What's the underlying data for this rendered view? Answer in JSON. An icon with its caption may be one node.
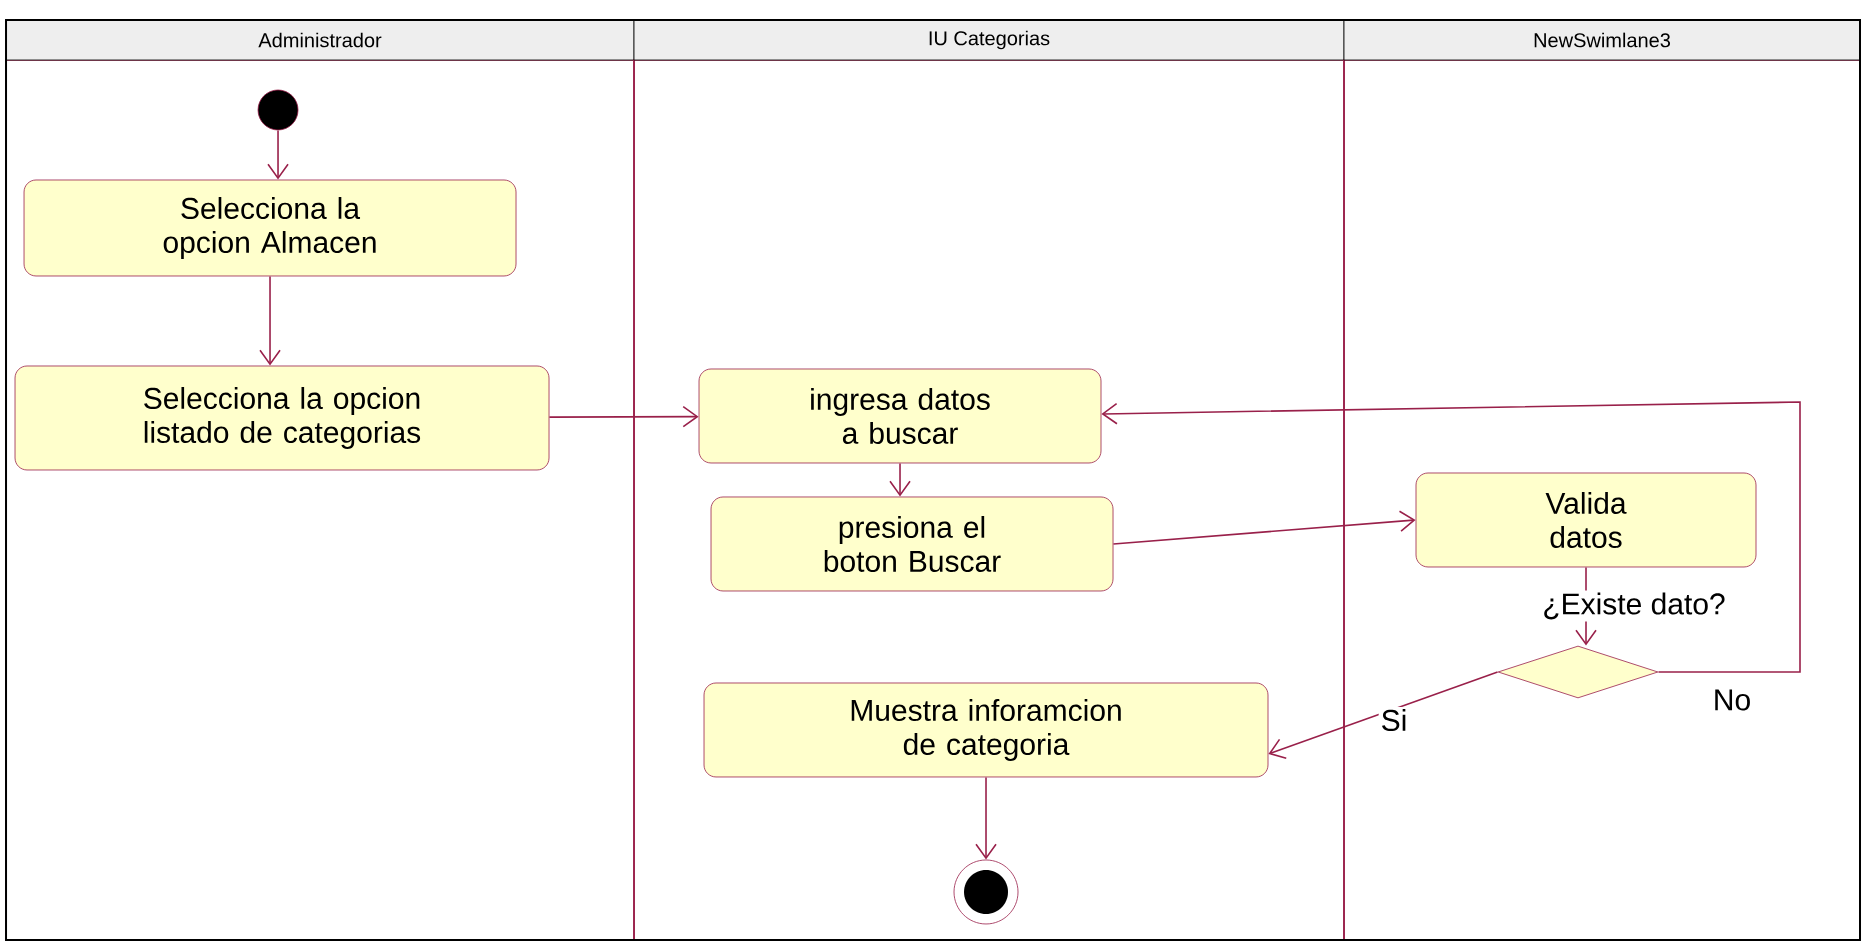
{
  "diagram": {
    "nodes": [
      {
        "text": [
          "Administrador"
        ]
      },
      {
        "text": [
          "IU Categorias"
        ]
      },
      {
        "text": [
          "NewSwimlane3"
        ]
      },
      {
        "text": [],
        "shape": "circle",
        "in": 0
      },
      {
        "text": [
          "Selecciona la opcion Almacen"
        ],
        "in": 0
      },
      {
        "text": [
          "Selecciona la opcion listado de categorias"
        ],
        "in": 0
      },
      {
        "text": [
          "ingresa datos a buscar"
        ],
        "in": 1
      },
      {
        "text": [
          "presiona el boton Buscar"
        ],
        "in": 1
      },
      {
        "text": [
          "Valida datos"
        ],
        "in": 2
      },
      {
        "text": [],
        "shape": "diamond",
        "in": 2
      },
      {
        "text": [
          "Muestra inforamcion de categoria"
        ],
        "in": 1
      },
      {
        "text": [],
        "shape": "bullseye",
        "in": 1
      }
    ],
    "edges": [
      {
        "from": 3,
        "to": 4,
        "arrow": "to"
      },
      {
        "from": 4,
        "to": 5,
        "arrow": "to"
      },
      {
        "from": 5,
        "to": 6,
        "arrow": "to"
      },
      {
        "from": 6,
        "to": 7,
        "arrow": "to"
      },
      {
        "from": 7,
        "to": 8,
        "arrow": "to"
      },
      {
        "from": 8,
        "to": 9,
        "arrow": "to",
        "label": "¿Existe dato?"
      },
      {
        "from": 9,
        "to": 10,
        "arrow": "to",
        "label": "Si"
      },
      {
        "from": 9,
        "to": 6,
        "arrow": "to",
        "label": "No"
      },
      {
        "from": 10,
        "to": 11,
        "arrow": "to"
      }
    ]
  }
}
